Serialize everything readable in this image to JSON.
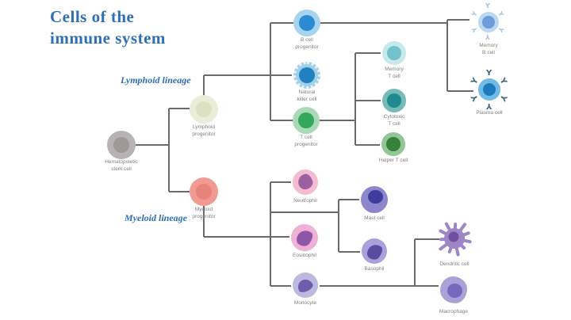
{
  "title": {
    "lines": [
      "Cells of the",
      "immune system"
    ]
  },
  "lineages": {
    "lymphoid": "Lymphoid lineage",
    "myeloid": "Myeloid lineage"
  },
  "colors": {
    "title_blue": "#2e6fb7",
    "connector": "#6a6a6a",
    "label_gray": "#808080",
    "background": "#ffffff"
  },
  "cells": [
    {
      "id": "hsc",
      "label_lines": [
        "Hematopoietic",
        "stem cell"
      ],
      "body": "#b7b3b3",
      "nucleus": "#9e9898",
      "style": "plain"
    },
    {
      "id": "lymphoid-progenitor",
      "label_lines": [
        "Lymphoid",
        "progenitor"
      ],
      "body": "#eaeed8",
      "nucleus": "#dde1c1",
      "style": "plain"
    },
    {
      "id": "myeloid-progenitor",
      "label_lines": [
        "Myeloid",
        "progenitor"
      ],
      "body": "#f09a92",
      "nucleus": "#e8827a",
      "style": "plain"
    },
    {
      "id": "b-cell-progenitor",
      "label_lines": [
        "B cell",
        "progenitor"
      ],
      "body": "#a7d3ef",
      "nucleus": "#2b8ad2",
      "style": "plain"
    },
    {
      "id": "natural-killer-cell",
      "label_lines": [
        "Natural",
        "killer cell"
      ],
      "body": "#9fd0e8",
      "nucleus": "#2180bf",
      "style": "dotted-rim"
    },
    {
      "id": "t-cell-progenitor",
      "label_lines": [
        "T cell",
        "progenitor"
      ],
      "body": "#a9d9b5",
      "nucleus": "#33a75c",
      "style": "plain"
    },
    {
      "id": "memory-t-cell",
      "label_lines": [
        "Memory",
        "T cell"
      ],
      "body": "#c8e9ec",
      "nucleus": "#72c3c9",
      "style": "plain"
    },
    {
      "id": "cytotoxic-t-cell",
      "label_lines": [
        "Cytotoxic",
        "T cell"
      ],
      "body": "#74bcb8",
      "nucleus": "#22898f",
      "style": "plain"
    },
    {
      "id": "helper-t-cell",
      "label_lines": [
        "Helper T cell"
      ],
      "body": "#90c795",
      "nucleus": "#37813f",
      "style": "plain"
    },
    {
      "id": "memory-b-cell",
      "label_lines": [
        "Memory",
        "B cell"
      ],
      "body": "#b9d9f2",
      "nucleus": "#6f9cd9",
      "style": "antibody",
      "antibody_color": "#9fc4e8"
    },
    {
      "id": "plasma-cell",
      "label_lines": [
        "Plasma cell"
      ],
      "body": "#72bbe6",
      "nucleus": "#1e7ab8",
      "style": "antibody",
      "antibody_color": "#3a6a7a"
    },
    {
      "id": "neutrophil",
      "label_lines": [
        "Neutrophil"
      ],
      "body": "#f4bcd2",
      "nucleus": "#9c5f9f",
      "style": "lobed",
      "speckle": "#eba6c4"
    },
    {
      "id": "eosinophil",
      "label_lines": [
        "Eosinophil"
      ],
      "body": "#eeb0d4",
      "nucleus": "#8d56a8",
      "style": "speckled-lobed",
      "speckle": "#e292c2"
    },
    {
      "id": "monocyte",
      "label_lines": [
        "Monocyte"
      ],
      "body": "#bcb8e0",
      "nucleus": "#6e5cac",
      "style": "kidney"
    },
    {
      "id": "mast-cell",
      "label_lines": [
        "Mast cell"
      ],
      "body": "#8e86cc",
      "nucleus": "#3c3f9a",
      "style": "speckled",
      "speckle": "#6f63bd"
    },
    {
      "id": "basophil",
      "label_lines": [
        "Basophil"
      ],
      "body": "#aaa0dc",
      "nucleus": "#5a4aa0",
      "style": "speckled-lobed",
      "speckle": "#8d80cc"
    },
    {
      "id": "dendritic-cell",
      "label_lines": [
        "Dendritic cell"
      ],
      "body": "#9d85c6",
      "nucleus": "#6f4f9f",
      "style": "spiky"
    },
    {
      "id": "macrophage",
      "label_lines": [
        "Macrophage"
      ],
      "body": "#a9a2d8",
      "nucleus": "#7868bc",
      "style": "blob"
    }
  ]
}
